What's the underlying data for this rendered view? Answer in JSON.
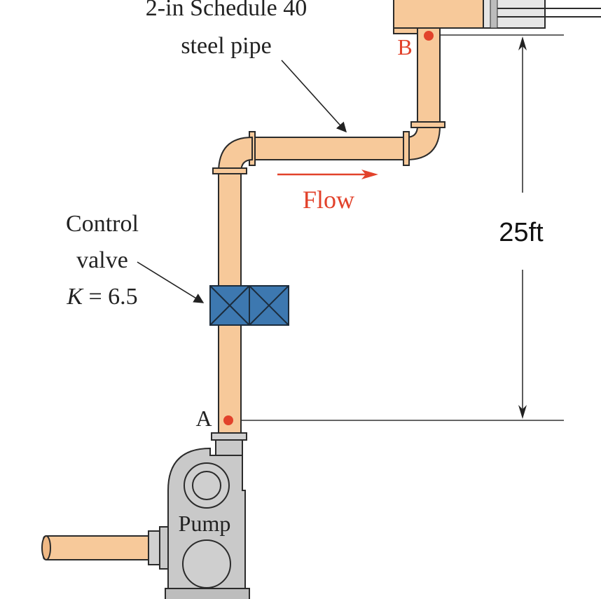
{
  "labels": {
    "pipe_line1": "2-in Schedule 40",
    "pipe_line2": "steel pipe",
    "point_b": "B",
    "point_a": "A",
    "flow": "Flow",
    "valve_line1": "Control",
    "valve_line2": "valve",
    "valve_line3_var": "K",
    "valve_line3_rest": " = 6.5",
    "height": "25ft",
    "pump": "Pump"
  },
  "colors": {
    "pipe_fill": "#f7c99a",
    "pipe_stroke": "#2b2b2b",
    "accent_red": "#e2422b",
    "valve_blue": "#3d78b0",
    "pump_gray": "#c9c9c9",
    "tank_fill": "#f7c99a",
    "dim_line": "#333333"
  }
}
